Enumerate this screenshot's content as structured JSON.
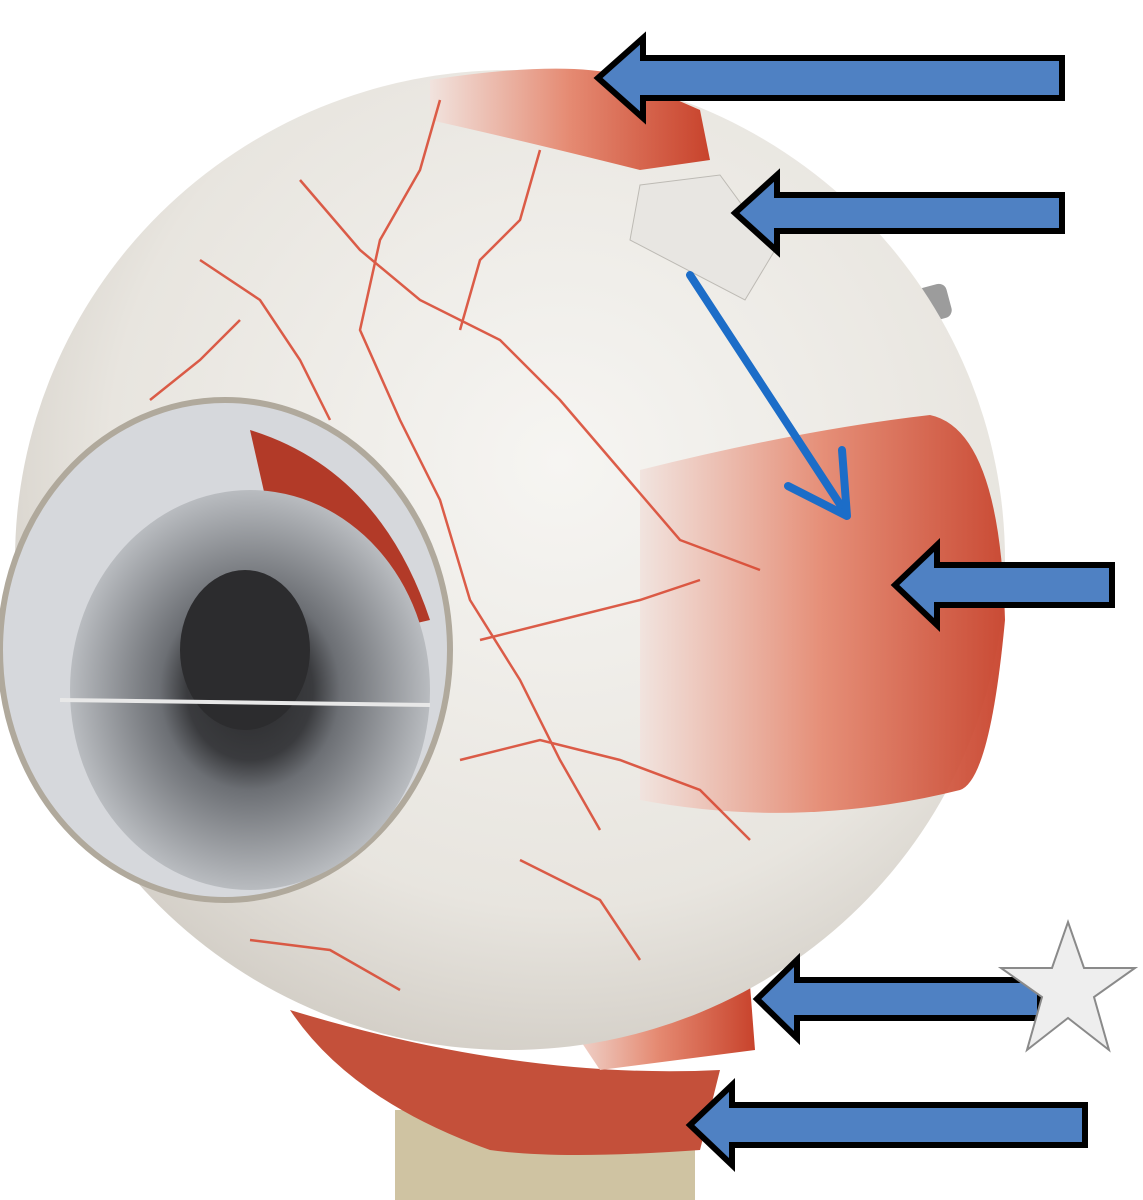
{
  "figure": {
    "subject": "eyeball-model-with-extraocular-muscles",
    "colors": {
      "arrow_fill": "#4f81c3",
      "arrow_stroke": "#000000",
      "line_arrow": "#1c6dc8",
      "star_fill": "#eeeeee",
      "star_stroke": "#8a8a8a",
      "sclera": "#ece9e4",
      "muscle": "#d9553c",
      "vessel": "#d8432c",
      "iris": "#6f7277",
      "stand": "#cfc3a2"
    },
    "block_arrows": [
      {
        "id": "arrow-1",
        "direction": "left"
      },
      {
        "id": "arrow-2",
        "direction": "left"
      },
      {
        "id": "arrow-3",
        "direction": "left"
      },
      {
        "id": "arrow-4",
        "direction": "left"
      },
      {
        "id": "arrow-5",
        "direction": "left"
      }
    ],
    "line_arrow": {
      "direction": "down-right"
    },
    "marker": {
      "shape": "star",
      "count": 1
    }
  }
}
